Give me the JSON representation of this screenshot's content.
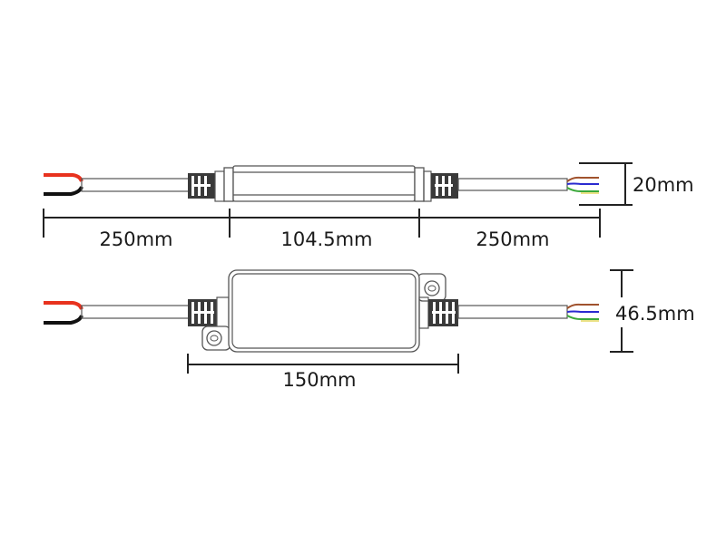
{
  "title": "Controller dimension drawing",
  "dimensions": {
    "top_left_cable": "250mm",
    "top_body_length": "104.5mm",
    "top_right_cable": "250mm",
    "top_height": "20mm",
    "bottom_body_width": "150mm",
    "bottom_height": "46.5mm"
  },
  "colors": {
    "wire_red": "#e8321e",
    "wire_black": "#111111",
    "wire_brown": "#a0522d",
    "wire_blue": "#2a2ad0",
    "wire_green": "#3aa83a",
    "outline": "#555555"
  }
}
